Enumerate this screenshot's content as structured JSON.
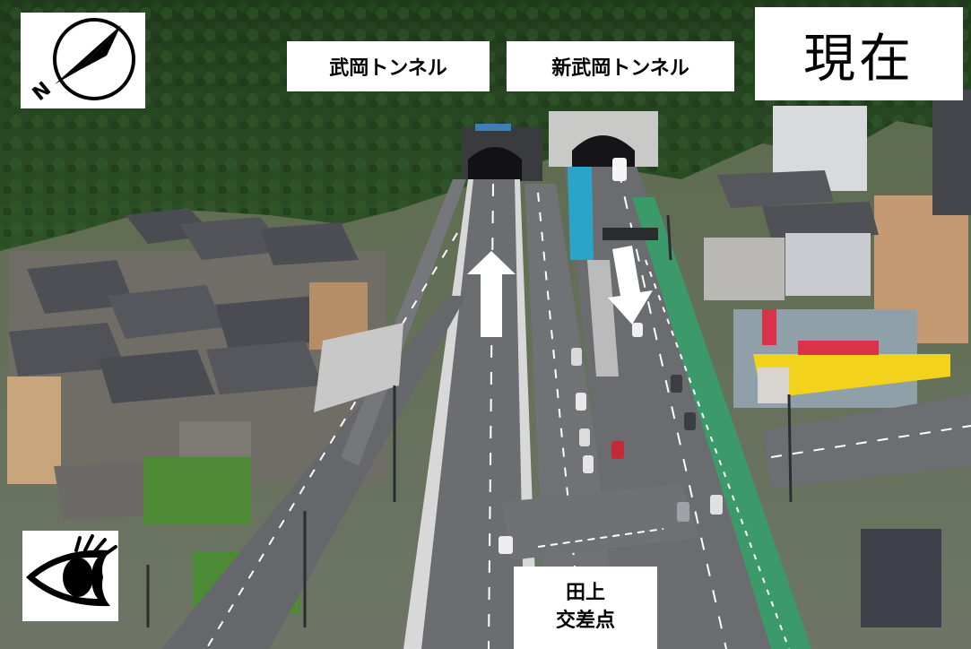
{
  "labels": {
    "takeoka_tunnel": "武岡トンネル",
    "shin_takeoka_tunnel": "新武岡トンネル",
    "current": "現在",
    "intersection_line1": "田上",
    "intersection_line2": "交差点"
  },
  "icons": {
    "compass": "north-compass-icon",
    "compass_letter": "N",
    "viewpoint": "eye-icon"
  },
  "colors": {
    "forest": "#2e4a25",
    "road": "#6b6d70",
    "bike_lane": "#3c9a6a",
    "sidewalk_blue": "#2aa4c9",
    "store_yellow": "#f2d21b"
  }
}
